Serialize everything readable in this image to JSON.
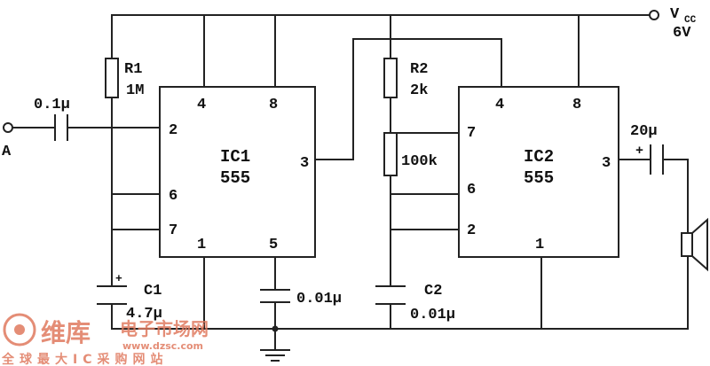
{
  "labels": {
    "vcc": "V",
    "vcc_sub": "CC",
    "vcc_voltage": "6V",
    "input": "A",
    "input_cap": "0.1μ",
    "r1": "R1",
    "r1_value": "1M",
    "r2": "R2",
    "r2_value": "2k",
    "pot_value": "100k",
    "plus": "+",
    "c1": "C1",
    "c1_value": "4.7μ",
    "pin5_cap": "0.01μ",
    "c2": "C2",
    "c2_value": "0.01μ",
    "out_cap": "20μ"
  },
  "ic1": {
    "name": "IC1",
    "part": "555",
    "pins": {
      "p1": "1",
      "p2": "2",
      "p3": "3",
      "p4": "4",
      "p5": "5",
      "p6": "6",
      "p7": "7",
      "p8": "8"
    }
  },
  "ic2": {
    "name": "IC2",
    "part": "555",
    "pins": {
      "p1": "1",
      "p2": "2",
      "p3": "3",
      "p4": "4",
      "p6": "6",
      "p7": "7",
      "p8": "8"
    }
  },
  "watermark": {
    "brand": "维库",
    "title": "电子市场网",
    "url": "www.dzsc.com",
    "slogan": "全球最大IC采购网站"
  }
}
